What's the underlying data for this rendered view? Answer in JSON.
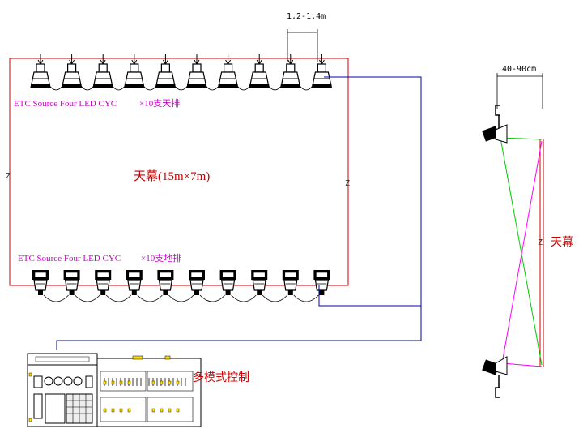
{
  "dims": {
    "spacing": "1.2-1.4m",
    "side_offset": "40-90cm"
  },
  "top_row": {
    "label": "ETC Source Four LED CYC",
    "count_label": "×10支天排",
    "fixture_count": 10
  },
  "bottom_row": {
    "label": "ETC Source Four LED CYC",
    "count_label": "×10支地排",
    "fixture_count": 10
  },
  "cyc": {
    "label": "天幕(15m×7m)"
  },
  "break_marks": {
    "left": "Z",
    "right": "Z",
    "side": "Z"
  },
  "side_view": {
    "label": "天幕"
  },
  "console": {
    "label": "多模式控制"
  },
  "colors": {
    "frame": "#cc0000",
    "cable": "#0000aa",
    "text_magenta": "#cc00cc",
    "beam_green": "#00cc00",
    "beam_magenta": "#ff00ff",
    "fixture": "#000000"
  },
  "icons": {
    "top_fixture": "cyc-light-hanging-icon",
    "bottom_fixture": "cyc-light-floor-icon",
    "side_fixture": "side-spotlight-icon",
    "console": "lighting-console-icon"
  }
}
